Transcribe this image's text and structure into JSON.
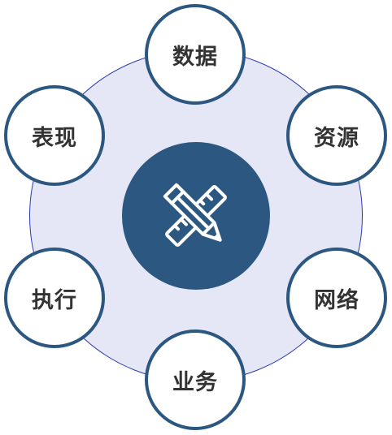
{
  "center": {
    "icon": "pencil-ruler-icon",
    "color": "#2c5780"
  },
  "ring": {
    "fill": "#e5e7f6",
    "stroke": "#2b3bb0"
  },
  "nodes": [
    {
      "label": "数据"
    },
    {
      "label": "资源"
    },
    {
      "label": "网络"
    },
    {
      "label": "业务"
    },
    {
      "label": "执行"
    },
    {
      "label": "表现"
    }
  ]
}
